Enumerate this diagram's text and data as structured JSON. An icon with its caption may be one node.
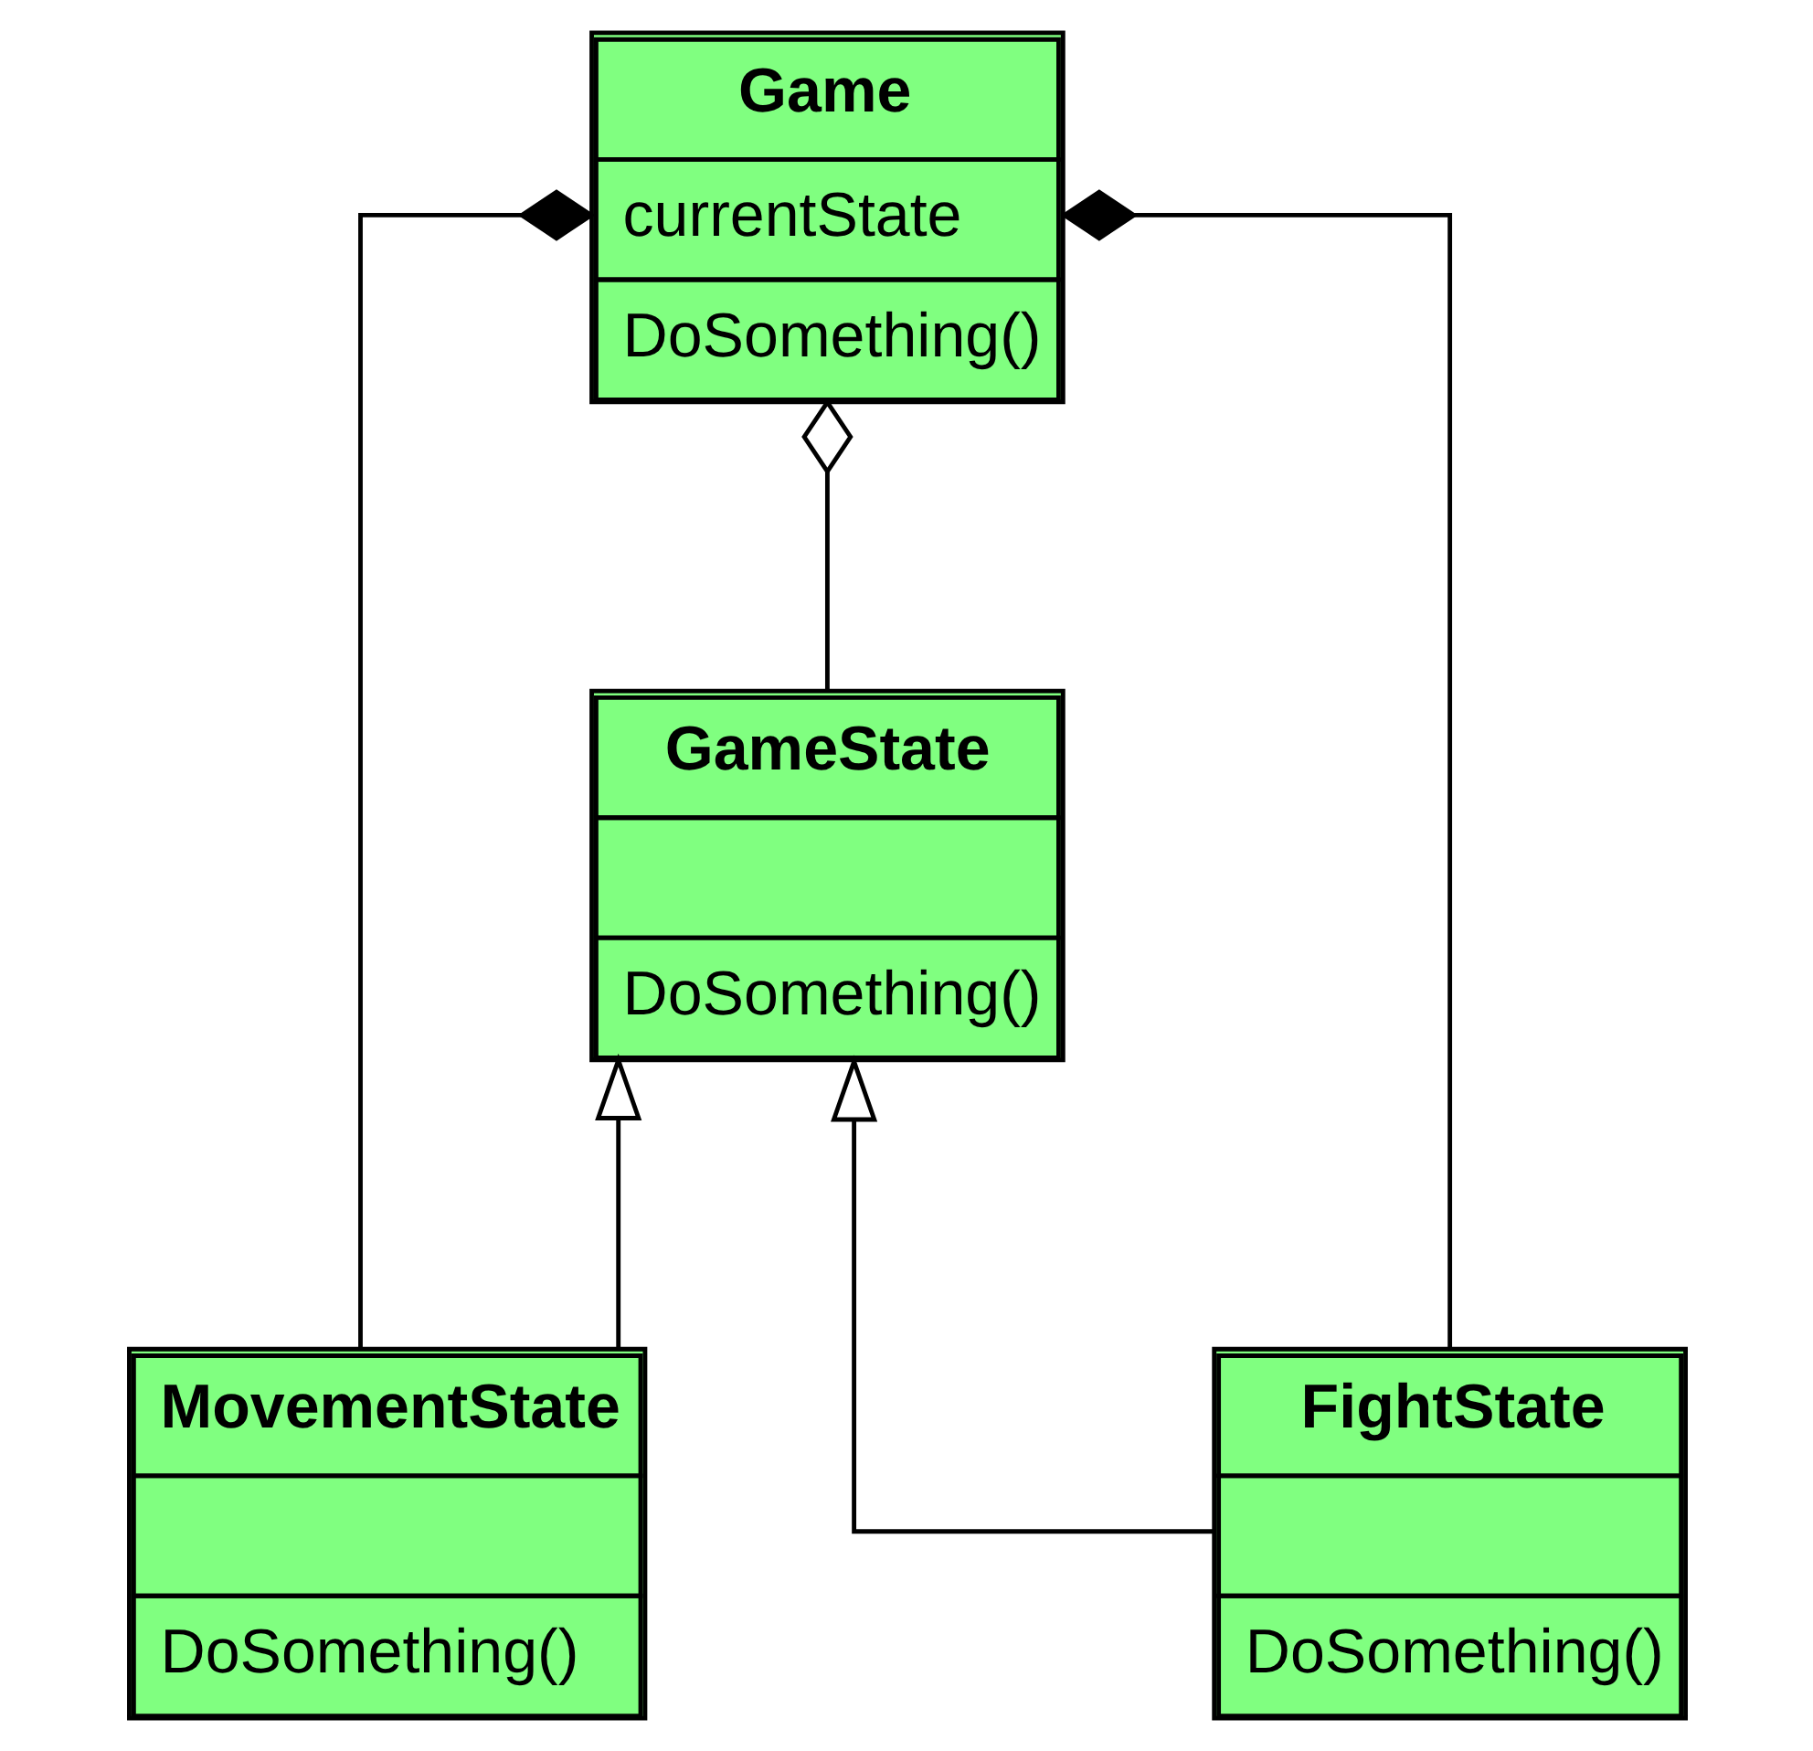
{
  "diagram": {
    "nodes": [
      {
        "text": [
          "Game",
          "currentState",
          "DoSomething()"
        ]
      },
      {
        "text": [
          "GameState",
          "DoSomething()"
        ]
      },
      {
        "text": [
          "MovementState",
          "DoSomething()"
        ]
      },
      {
        "text": [
          "FightState",
          "DoSomething()"
        ]
      }
    ],
    "edges": [
      {
        "from": 2,
        "to": 0,
        "arrow": "other"
      },
      {
        "from": 3,
        "to": 0,
        "arrow": "other"
      },
      {
        "from": 1,
        "to": 0,
        "arrow": "other"
      },
      {
        "from": 2,
        "to": 1,
        "arrow": "to"
      },
      {
        "from": 3,
        "to": 1,
        "arrow": "to"
      }
    ]
  }
}
